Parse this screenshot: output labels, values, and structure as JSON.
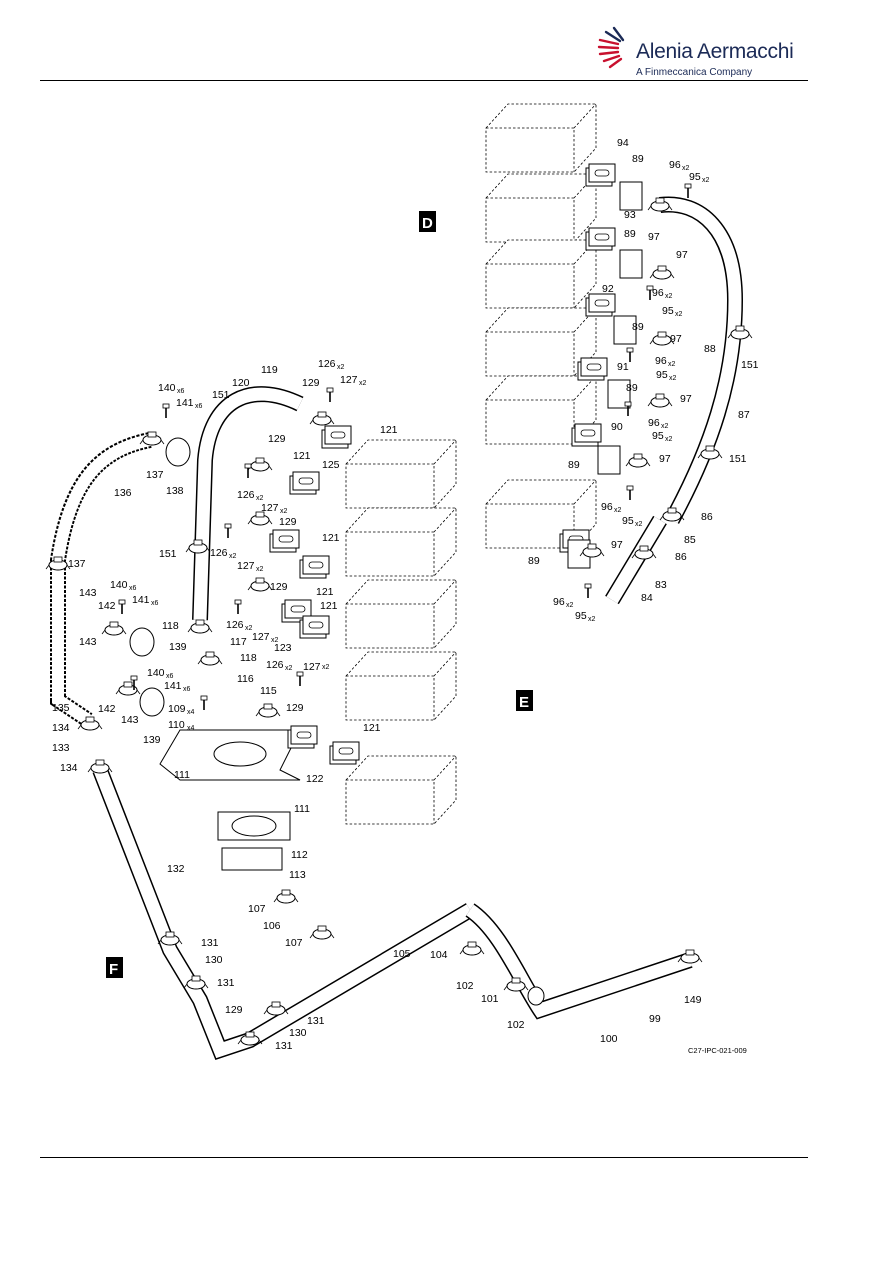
{
  "header": {
    "brand_name": "Alenia Aermacchi",
    "brand_subtitle": "A Finmeccanica Company",
    "accent_color": "#1b2a56",
    "logo_accent_color": "#c8102e"
  },
  "figure": {
    "reference": "C27-IPC-021-009",
    "view_labels": [
      "D",
      "E",
      "F"
    ],
    "callouts": [
      {
        "n": "94",
        "q": ""
      },
      {
        "n": "89",
        "q": ""
      },
      {
        "n": "96",
        "q": "x2"
      },
      {
        "n": "95",
        "q": "x2"
      },
      {
        "n": "93",
        "q": ""
      },
      {
        "n": "97",
        "q": ""
      },
      {
        "n": "89",
        "q": ""
      },
      {
        "n": "97",
        "q": ""
      },
      {
        "n": "92",
        "q": ""
      },
      {
        "n": "96",
        "q": "x2"
      },
      {
        "n": "95",
        "q": "x2"
      },
      {
        "n": "89",
        "q": ""
      },
      {
        "n": "97",
        "q": ""
      },
      {
        "n": "88",
        "q": ""
      },
      {
        "n": "151",
        "q": ""
      },
      {
        "n": "96",
        "q": "x2"
      },
      {
        "n": "91",
        "q": ""
      },
      {
        "n": "95",
        "q": "x2"
      },
      {
        "n": "89",
        "q": ""
      },
      {
        "n": "97",
        "q": ""
      },
      {
        "n": "87",
        "q": ""
      },
      {
        "n": "96",
        "q": "x2"
      },
      {
        "n": "90",
        "q": ""
      },
      {
        "n": "95",
        "q": "x2"
      },
      {
        "n": "89",
        "q": ""
      },
      {
        "n": "97",
        "q": ""
      },
      {
        "n": "151",
        "q": ""
      },
      {
        "n": "96",
        "q": "x2"
      },
      {
        "n": "95",
        "q": "x2"
      },
      {
        "n": "86",
        "q": ""
      },
      {
        "n": "85",
        "q": ""
      },
      {
        "n": "89",
        "q": ""
      },
      {
        "n": "97",
        "q": ""
      },
      {
        "n": "86",
        "q": ""
      },
      {
        "n": "83",
        "q": ""
      },
      {
        "n": "96",
        "q": "x2"
      },
      {
        "n": "84",
        "q": ""
      },
      {
        "n": "95",
        "q": "x2"
      },
      {
        "n": "126",
        "q": "x2"
      },
      {
        "n": "119",
        "q": ""
      },
      {
        "n": "127",
        "q": "x2"
      },
      {
        "n": "140",
        "q": "x6"
      },
      {
        "n": "120",
        "q": ""
      },
      {
        "n": "129",
        "q": ""
      },
      {
        "n": "141",
        "q": "x6"
      },
      {
        "n": "151",
        "q": ""
      },
      {
        "n": "121",
        "q": ""
      },
      {
        "n": "129",
        "q": ""
      },
      {
        "n": "125",
        "q": ""
      },
      {
        "n": "137",
        "q": ""
      },
      {
        "n": "121",
        "q": ""
      },
      {
        "n": "138",
        "q": ""
      },
      {
        "n": "126",
        "q": "x2"
      },
      {
        "n": "136",
        "q": ""
      },
      {
        "n": "127",
        "q": "x2"
      },
      {
        "n": "129",
        "q": ""
      },
      {
        "n": "151",
        "q": ""
      },
      {
        "n": "126",
        "q": "x2"
      },
      {
        "n": "121",
        "q": ""
      },
      {
        "n": "137",
        "q": ""
      },
      {
        "n": "127",
        "q": "x2"
      },
      {
        "n": "121",
        "q": ""
      },
      {
        "n": "140",
        "q": "x6"
      },
      {
        "n": "129",
        "q": ""
      },
      {
        "n": "143",
        "q": ""
      },
      {
        "n": "142",
        "q": ""
      },
      {
        "n": "141",
        "q": "x6"
      },
      {
        "n": "126",
        "q": "x2"
      },
      {
        "n": "121",
        "q": ""
      },
      {
        "n": "118",
        "q": ""
      },
      {
        "n": "139",
        "q": ""
      },
      {
        "n": "143",
        "q": ""
      },
      {
        "n": "117",
        "q": ""
      },
      {
        "n": "127",
        "q": "x2"
      },
      {
        "n": "123",
        "q": ""
      },
      {
        "n": "118",
        "q": ""
      },
      {
        "n": "126",
        "q": "x2"
      },
      {
        "n": "127",
        "q": "x2"
      },
      {
        "n": "140",
        "q": "x6"
      },
      {
        "n": "116",
        "q": ""
      },
      {
        "n": "141",
        "q": "x6"
      },
      {
        "n": "115",
        "q": ""
      },
      {
        "n": "142",
        "q": ""
      },
      {
        "n": "135",
        "q": ""
      },
      {
        "n": "109",
        "q": "x4"
      },
      {
        "n": "129",
        "q": ""
      },
      {
        "n": "143",
        "q": ""
      },
      {
        "n": "110",
        "q": "x4"
      },
      {
        "n": "134",
        "q": ""
      },
      {
        "n": "121",
        "q": ""
      },
      {
        "n": "139",
        "q": ""
      },
      {
        "n": "133",
        "q": ""
      },
      {
        "n": "134",
        "q": ""
      },
      {
        "n": "111",
        "q": ""
      },
      {
        "n": "122",
        "q": ""
      },
      {
        "n": "111",
        "q": ""
      },
      {
        "n": "132",
        "q": ""
      },
      {
        "n": "112",
        "q": ""
      },
      {
        "n": "113",
        "q": ""
      },
      {
        "n": "107",
        "q": ""
      },
      {
        "n": "106",
        "q": ""
      },
      {
        "n": "107",
        "q": ""
      },
      {
        "n": "104",
        "q": ""
      },
      {
        "n": "105",
        "q": ""
      },
      {
        "n": "131",
        "q": ""
      },
      {
        "n": "130",
        "q": ""
      },
      {
        "n": "102",
        "q": ""
      },
      {
        "n": "149",
        "q": ""
      },
      {
        "n": "131",
        "q": ""
      },
      {
        "n": "101",
        "q": ""
      },
      {
        "n": "99",
        "q": ""
      },
      {
        "n": "129",
        "q": ""
      },
      {
        "n": "102",
        "q": ""
      },
      {
        "n": "131",
        "q": ""
      },
      {
        "n": "130",
        "q": ""
      },
      {
        "n": "100",
        "q": ""
      },
      {
        "n": "131",
        "q": ""
      }
    ]
  }
}
